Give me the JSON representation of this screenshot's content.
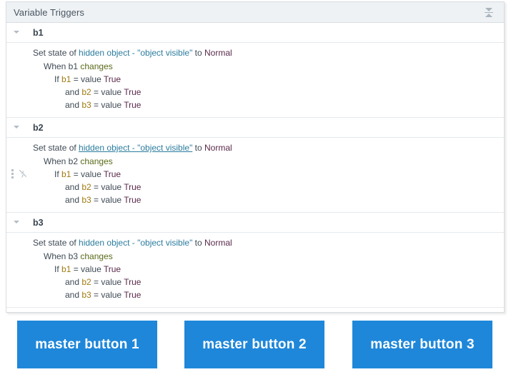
{
  "panel": {
    "title": "Variable Triggers",
    "collapse_all_icon": "collapse-all-icon"
  },
  "colors": {
    "panel_header_bg": "#eef2f5",
    "panel_border": "#d9dde1",
    "group_header_bg": "#fbfcfd",
    "object_link": "#2b7c9e",
    "state_value": "#7d4a3c",
    "event_keyword": "#4a6b38",
    "plain_text": "#3f4a55",
    "button_blue": "#1e87da",
    "button_text": "#ffffff"
  },
  "trigger_groups": [
    {
      "id": "b1",
      "label": "b1",
      "disclosure": "expanded",
      "show_row_tools": false,
      "object_underlined": false,
      "lines": {
        "action_prefix": "Set state of ",
        "action_object": "hidden object - \"object visible\"",
        "action_mid": " to ",
        "action_state": "Normal",
        "when_prefix": "When b1 ",
        "when_event": "changes",
        "if_prefix": "If ",
        "if_var": "b1",
        "if_suffix": " = value ",
        "if_value": "True",
        "and1_prefix": "and ",
        "and1_var": "b2",
        "and1_suffix": " = value ",
        "and1_value": "True",
        "and2_prefix": "and ",
        "and2_var": "b3",
        "and2_suffix": " = value ",
        "and2_value": "True"
      }
    },
    {
      "id": "b2",
      "label": "b2",
      "disclosure": "expanded",
      "show_row_tools": true,
      "object_underlined": true,
      "lines": {
        "action_prefix": "Set state of ",
        "action_object": "hidden object - \"object visible\"",
        "action_mid": " to ",
        "action_state": "Normal",
        "when_prefix": "When b2 ",
        "when_event": "changes",
        "if_prefix": "If ",
        "if_var": "b1",
        "if_suffix": " = value ",
        "if_value": "True",
        "and1_prefix": "and ",
        "and1_var": "b2",
        "and1_suffix": " = value ",
        "and1_value": "True",
        "and2_prefix": "and ",
        "and2_var": "b3",
        "and2_suffix": " = value ",
        "and2_value": "True"
      }
    },
    {
      "id": "b3",
      "label": "b3",
      "disclosure": "expanded",
      "show_row_tools": false,
      "object_underlined": false,
      "lines": {
        "action_prefix": "Set state of ",
        "action_object": "hidden object - \"object visible\"",
        "action_mid": " to ",
        "action_state": "Normal",
        "when_prefix": "When b3 ",
        "when_event": "changes",
        "if_prefix": "If ",
        "if_var": "b1",
        "if_suffix": " = value ",
        "if_value": "True",
        "and1_prefix": "and ",
        "and1_var": "b2",
        "and1_suffix": " = value ",
        "and1_value": "True",
        "and2_prefix": "and ",
        "and2_var": "b3",
        "and2_suffix": " = value ",
        "and2_value": "True"
      }
    }
  ],
  "master_buttons": [
    {
      "label": "master button 1"
    },
    {
      "label": "master button 2"
    },
    {
      "label": "master button 3"
    }
  ]
}
